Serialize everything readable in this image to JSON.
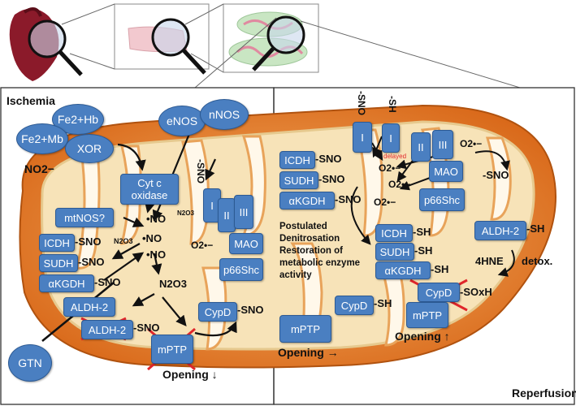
{
  "panels": {
    "left_title": "Ischemia",
    "right_title": "Reperfusion"
  },
  "left": {
    "fe_hb": "Fe2+Hb",
    "fe_mb": "Fe2+Mb",
    "xor": "XOR",
    "no2": "NO2−",
    "enos": "eNOS",
    "nnos": "nNOS",
    "cytc": "Cyt c oxidase",
    "mtnos": "mtNOS?",
    "no1": "•NO",
    "no2r": "•NO",
    "no3": "•NO",
    "n2o3_left": "N2O3",
    "n2o3_main": "N2O3",
    "o2rad": "O2•−",
    "c1": "I",
    "c2": "II",
    "c3": "III",
    "sno_vert": "-SNO",
    "n2o3_small": "N2O3",
    "mao": "MAO",
    "p66": "p66Shc",
    "icdh": "ICDH",
    "sudh": "SUDH",
    "akgdh": "αKGDH",
    "sno1": "-SNO",
    "sno2": "-SNO",
    "sno3": "-SNO",
    "aldh2": "ALDH-2",
    "aldh2b": "ALDH-2",
    "sno_aldh": "-SNO",
    "cypd": "CypD",
    "sno_cypd": "-SNO",
    "mptp": "mPTP",
    "opening": "Opening ↓",
    "gtn": "GTN"
  },
  "right": {
    "c1a": "I",
    "c1b": "I",
    "c2": "II",
    "c3": "III",
    "sno_top": "-SNO",
    "sh_top": "-SH",
    "delayed": "delayed",
    "o2a": "O2•−",
    "o2b": "O2•−",
    "o2c": "O2•−",
    "o2d": "O2•−",
    "mao": "MAO",
    "p66": "p66Shc",
    "sno_mid": "-SNO",
    "icdh": "ICDH",
    "sudh": "SUDH",
    "akgdh": "αKGDH",
    "sno1": "-SNO",
    "sno2": "-SNO",
    "sno3": "-SNO",
    "postulated": "Postulated",
    "denitro": "Denitrosation",
    "restoration": "Restoration of",
    "metabolic": "metabolic enzyme",
    "activity": "activity",
    "icdh_sh": "ICDH",
    "sudh_sh": "SUDH",
    "akgdh_sh": "αKGDH",
    "sh1": "-SH",
    "sh2": "-SH",
    "sh3": "-SH",
    "aldh2": "ALDH-2",
    "aldh_sh": "-SH",
    "hne": "4HNE",
    "detox": "detox.",
    "cypd": "CypD",
    "cypd_sh": "-SH",
    "mptp": "mPTP",
    "opening": "Opening →",
    "cypd2": "CypD",
    "soxh": "-SOxH",
    "mptp2": "mPTP",
    "opening2": "Opening ↑"
  },
  "colors": {
    "box": "#4a7fc1",
    "membrane": "#e07b22",
    "matrix": "#f7e3b8",
    "cross": "#e0262b"
  }
}
